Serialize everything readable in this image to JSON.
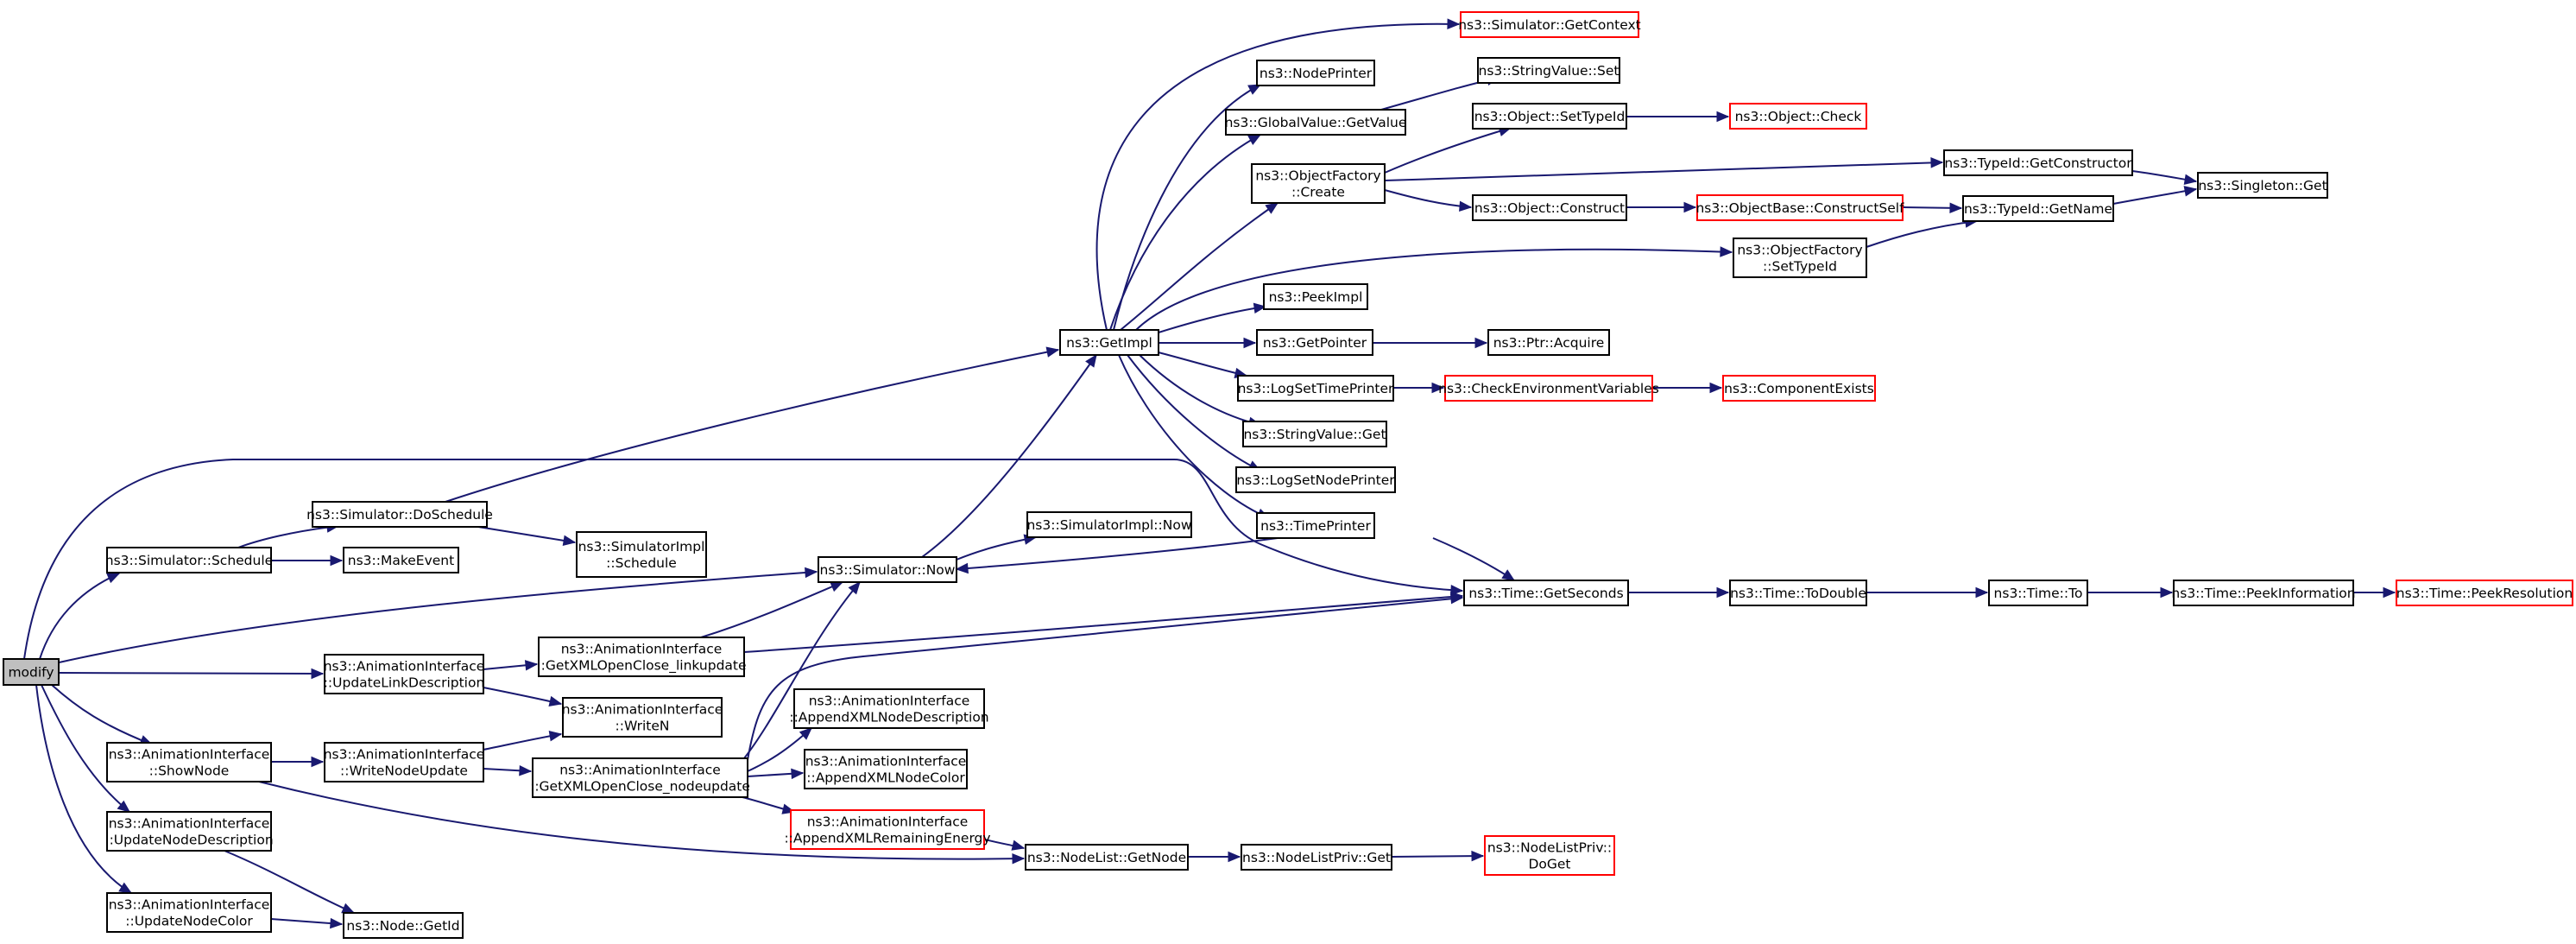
{
  "colors": {
    "edge": "#191970",
    "node_border": "#000000",
    "truncated_node_border": "#ff0000",
    "root_fill": "#bfbfbf",
    "node_fill": "#ffffff"
  },
  "nodes": [
    {
      "id": "modify",
      "lines": [
        "modify"
      ],
      "kind": "root"
    },
    {
      "id": "sim_schedule",
      "lines": [
        "ns3::Simulator::Schedule"
      ],
      "kind": "normal"
    },
    {
      "id": "ai_showNode",
      "lines": [
        "ns3::AnimationInterface",
        "::ShowNode"
      ],
      "kind": "normal"
    },
    {
      "id": "ai_updNodeDesc",
      "lines": [
        "ns3::AnimationInterface",
        "::UpdateNodeDescription"
      ],
      "kind": "normal"
    },
    {
      "id": "ai_updNodeColor",
      "lines": [
        "ns3::AnimationInterface",
        "::UpdateNodeColor"
      ],
      "kind": "normal"
    },
    {
      "id": "sim_doSchedule",
      "lines": [
        "ns3::Simulator::DoSchedule"
      ],
      "kind": "normal"
    },
    {
      "id": "makeEvent",
      "lines": [
        "ns3::MakeEvent"
      ],
      "kind": "normal"
    },
    {
      "id": "ai_updLinkDesc",
      "lines": [
        "ns3::AnimationInterface",
        "::UpdateLinkDescription"
      ],
      "kind": "normal"
    },
    {
      "id": "ai_writeNodeUpd",
      "lines": [
        "ns3::AnimationInterface",
        "::WriteNodeUpdate"
      ],
      "kind": "normal"
    },
    {
      "id": "node_getId",
      "lines": [
        "ns3::Node::GetId"
      ],
      "kind": "normal"
    },
    {
      "id": "simImpl_schedule",
      "lines": [
        "ns3::SimulatorImpl",
        "::Schedule"
      ],
      "kind": "normal"
    },
    {
      "id": "ai_linkupdate",
      "lines": [
        "ns3::AnimationInterface",
        "::GetXMLOpenClose_linkupdate"
      ],
      "kind": "normal"
    },
    {
      "id": "ai_writeN",
      "lines": [
        "ns3::AnimationInterface",
        "::WriteN"
      ],
      "kind": "normal"
    },
    {
      "id": "ai_nodeupdate",
      "lines": [
        "ns3::AnimationInterface",
        "::GetXMLOpenClose_nodeupdate"
      ],
      "kind": "normal"
    },
    {
      "id": "sim_now",
      "lines": [
        "ns3::Simulator::Now"
      ],
      "kind": "normal"
    },
    {
      "id": "simImpl_now",
      "lines": [
        "ns3::SimulatorImpl::Now"
      ],
      "kind": "normal"
    },
    {
      "id": "ai_appNodeDesc",
      "lines": [
        "ns3::AnimationInterface",
        "::AppendXMLNodeDescription"
      ],
      "kind": "normal"
    },
    {
      "id": "ai_appNodeColor",
      "lines": [
        "ns3::AnimationInterface",
        "::AppendXMLNodeColor"
      ],
      "kind": "normal"
    },
    {
      "id": "ai_appRemEnergy",
      "lines": [
        "ns3::AnimationInterface",
        "::AppendXMLRemainingEnergy"
      ],
      "kind": "truncated"
    },
    {
      "id": "getImpl",
      "lines": [
        "ns3::GetImpl"
      ],
      "kind": "normal"
    },
    {
      "id": "nodeList_getNode",
      "lines": [
        "ns3::NodeList::GetNode"
      ],
      "kind": "normal"
    },
    {
      "id": "nodePrinter",
      "lines": [
        "ns3::NodePrinter"
      ],
      "kind": "normal"
    },
    {
      "id": "gv_getValue",
      "lines": [
        "ns3::GlobalValue::GetValue"
      ],
      "kind": "normal"
    },
    {
      "id": "of_create",
      "lines": [
        "ns3::ObjectFactory",
        "::Create"
      ],
      "kind": "normal"
    },
    {
      "id": "peekImpl",
      "lines": [
        "ns3::PeekImpl"
      ],
      "kind": "normal"
    },
    {
      "id": "getPointer",
      "lines": [
        "ns3::GetPointer"
      ],
      "kind": "normal"
    },
    {
      "id": "logSetTimePrinter",
      "lines": [
        "ns3::LogSetTimePrinter"
      ],
      "kind": "normal"
    },
    {
      "id": "sv_get",
      "lines": [
        "ns3::StringValue::Get"
      ],
      "kind": "normal"
    },
    {
      "id": "logSetNodePrinter",
      "lines": [
        "ns3::LogSetNodePrinter"
      ],
      "kind": "normal"
    },
    {
      "id": "timePrinter",
      "lines": [
        "ns3::TimePrinter"
      ],
      "kind": "normal"
    },
    {
      "id": "nlp_get",
      "lines": [
        "ns3::NodeListPriv::Get"
      ],
      "kind": "normal"
    },
    {
      "id": "sim_getContext",
      "lines": [
        "ns3::Simulator::GetContext"
      ],
      "kind": "truncated"
    },
    {
      "id": "sv_set",
      "lines": [
        "ns3::StringValue::Set"
      ],
      "kind": "normal"
    },
    {
      "id": "obj_setTypeId",
      "lines": [
        "ns3::Object::SetTypeId"
      ],
      "kind": "normal"
    },
    {
      "id": "obj_construct",
      "lines": [
        "ns3::Object::Construct"
      ],
      "kind": "normal"
    },
    {
      "id": "ptr_acquire",
      "lines": [
        "ns3::Ptr::Acquire"
      ],
      "kind": "normal"
    },
    {
      "id": "checkEnvVars",
      "lines": [
        "ns3::CheckEnvironmentVariables"
      ],
      "kind": "truncated"
    },
    {
      "id": "time_getSeconds",
      "lines": [
        "ns3::Time::GetSeconds"
      ],
      "kind": "normal"
    },
    {
      "id": "nlp_doGet",
      "lines": [
        "ns3::NodeListPriv::",
        "DoGet"
      ],
      "kind": "truncated"
    },
    {
      "id": "obj_check",
      "lines": [
        "ns3::Object::Check"
      ],
      "kind": "truncated"
    },
    {
      "id": "objBase_constructSelf",
      "lines": [
        "ns3::ObjectBase::ConstructSelf"
      ],
      "kind": "truncated"
    },
    {
      "id": "of_setTypeId",
      "lines": [
        "ns3::ObjectFactory",
        "::SetTypeId"
      ],
      "kind": "normal"
    },
    {
      "id": "componentExists",
      "lines": [
        "ns3::ComponentExists"
      ],
      "kind": "truncated"
    },
    {
      "id": "time_toDouble",
      "lines": [
        "ns3::Time::ToDouble"
      ],
      "kind": "normal"
    },
    {
      "id": "typeId_getConstructor",
      "lines": [
        "ns3::TypeId::GetConstructor"
      ],
      "kind": "normal"
    },
    {
      "id": "typeId_getName",
      "lines": [
        "ns3::TypeId::GetName"
      ],
      "kind": "normal"
    },
    {
      "id": "time_to",
      "lines": [
        "ns3::Time::To"
      ],
      "kind": "normal"
    },
    {
      "id": "singleton_get",
      "lines": [
        "ns3::Singleton::Get"
      ],
      "kind": "normal"
    },
    {
      "id": "time_peekInformation",
      "lines": [
        "ns3::Time::PeekInformation"
      ],
      "kind": "normal"
    },
    {
      "id": "time_peekResolution",
      "lines": [
        "ns3::Time::PeekResolution"
      ],
      "kind": "truncated"
    }
  ]
}
